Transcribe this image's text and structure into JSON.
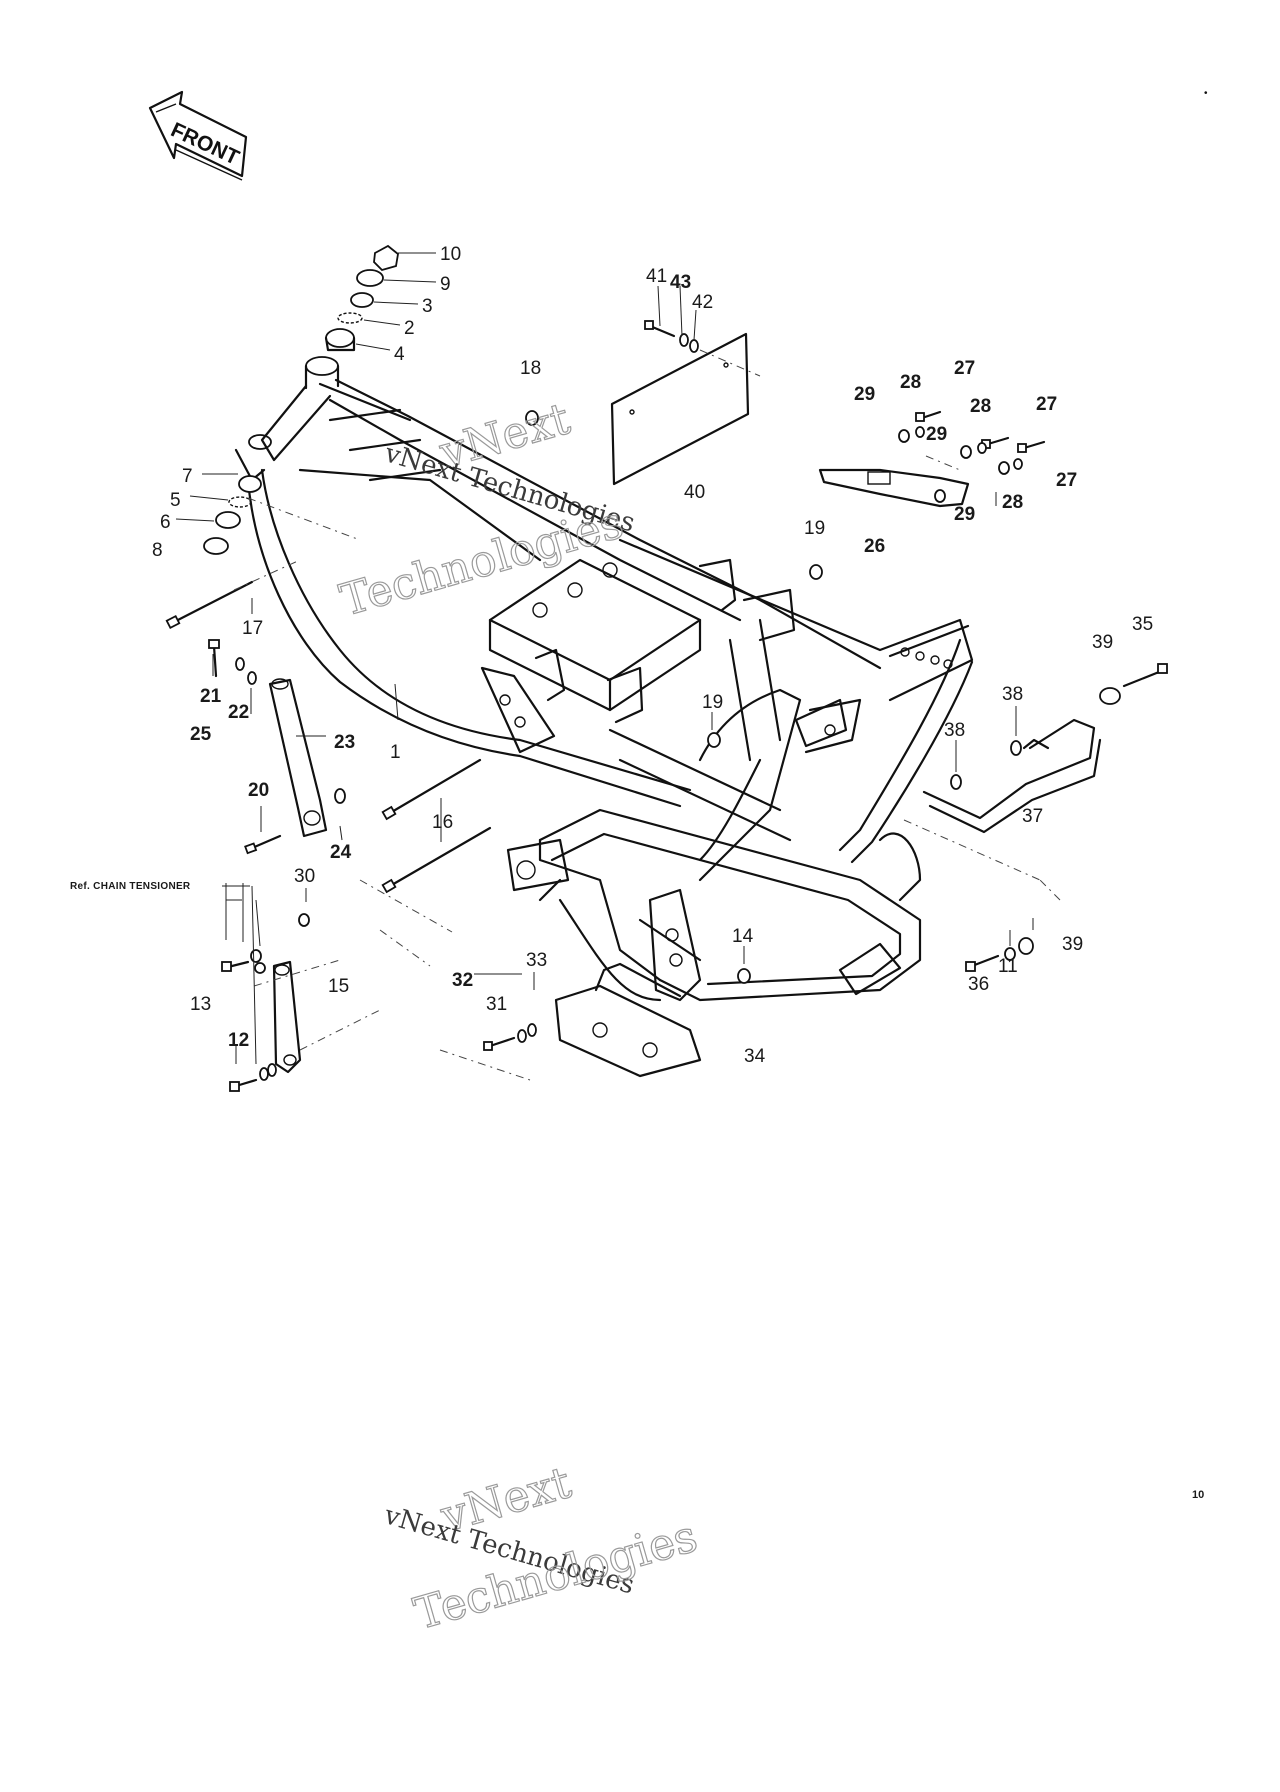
{
  "diagram": {
    "front_label": "FRONT",
    "ref_label": "Ref. CHAIN TENSIONER",
    "page_number": "10",
    "watermark": {
      "line1": "vNext",
      "line2": "vNext Technologies",
      "line3": "Technologies"
    },
    "callouts": [
      {
        "id": "c10",
        "text": "10"
      },
      {
        "id": "c9",
        "text": "9"
      },
      {
        "id": "c3",
        "text": "3"
      },
      {
        "id": "c2",
        "text": "2"
      },
      {
        "id": "c4",
        "text": "4"
      },
      {
        "id": "c7",
        "text": "7"
      },
      {
        "id": "c5",
        "text": "5"
      },
      {
        "id": "c6",
        "text": "6"
      },
      {
        "id": "c8",
        "text": "8"
      },
      {
        "id": "c17",
        "text": "17"
      },
      {
        "id": "c21",
        "text": "21"
      },
      {
        "id": "c22",
        "text": "22"
      },
      {
        "id": "c25",
        "text": "25"
      },
      {
        "id": "c23",
        "text": "23"
      },
      {
        "id": "c1",
        "text": "1"
      },
      {
        "id": "c20",
        "text": "20"
      },
      {
        "id": "c24",
        "text": "24"
      },
      {
        "id": "c16",
        "text": "16"
      },
      {
        "id": "c30",
        "text": "30"
      },
      {
        "id": "c13",
        "text": "13"
      },
      {
        "id": "c15",
        "text": "15"
      },
      {
        "id": "c12",
        "text": "12"
      },
      {
        "id": "c32",
        "text": "32"
      },
      {
        "id": "c33",
        "text": "33"
      },
      {
        "id": "c31",
        "text": "31"
      },
      {
        "id": "c34",
        "text": "34"
      },
      {
        "id": "c18",
        "text": "18"
      },
      {
        "id": "c41",
        "text": "41"
      },
      {
        "id": "c43",
        "text": "43"
      },
      {
        "id": "c42",
        "text": "42"
      },
      {
        "id": "c40",
        "text": "40"
      },
      {
        "id": "c19a",
        "text": "19"
      },
      {
        "id": "c19b",
        "text": "19"
      },
      {
        "id": "c14",
        "text": "14"
      },
      {
        "id": "c27a",
        "text": "27"
      },
      {
        "id": "c28a",
        "text": "28"
      },
      {
        "id": "c29a",
        "text": "29"
      },
      {
        "id": "c28b",
        "text": "28"
      },
      {
        "id": "c27b",
        "text": "27"
      },
      {
        "id": "c29b",
        "text": "29"
      },
      {
        "id": "c27c",
        "text": "27"
      },
      {
        "id": "c29c",
        "text": "29"
      },
      {
        "id": "c28c",
        "text": "28"
      },
      {
        "id": "c26",
        "text": "26"
      },
      {
        "id": "c35",
        "text": "35"
      },
      {
        "id": "c39a",
        "text": "39"
      },
      {
        "id": "c38a",
        "text": "38"
      },
      {
        "id": "c38b",
        "text": "38"
      },
      {
        "id": "c37",
        "text": "37"
      },
      {
        "id": "c39b",
        "text": "39"
      },
      {
        "id": "c36",
        "text": "36"
      },
      {
        "id": "c11",
        "text": "11"
      }
    ]
  }
}
